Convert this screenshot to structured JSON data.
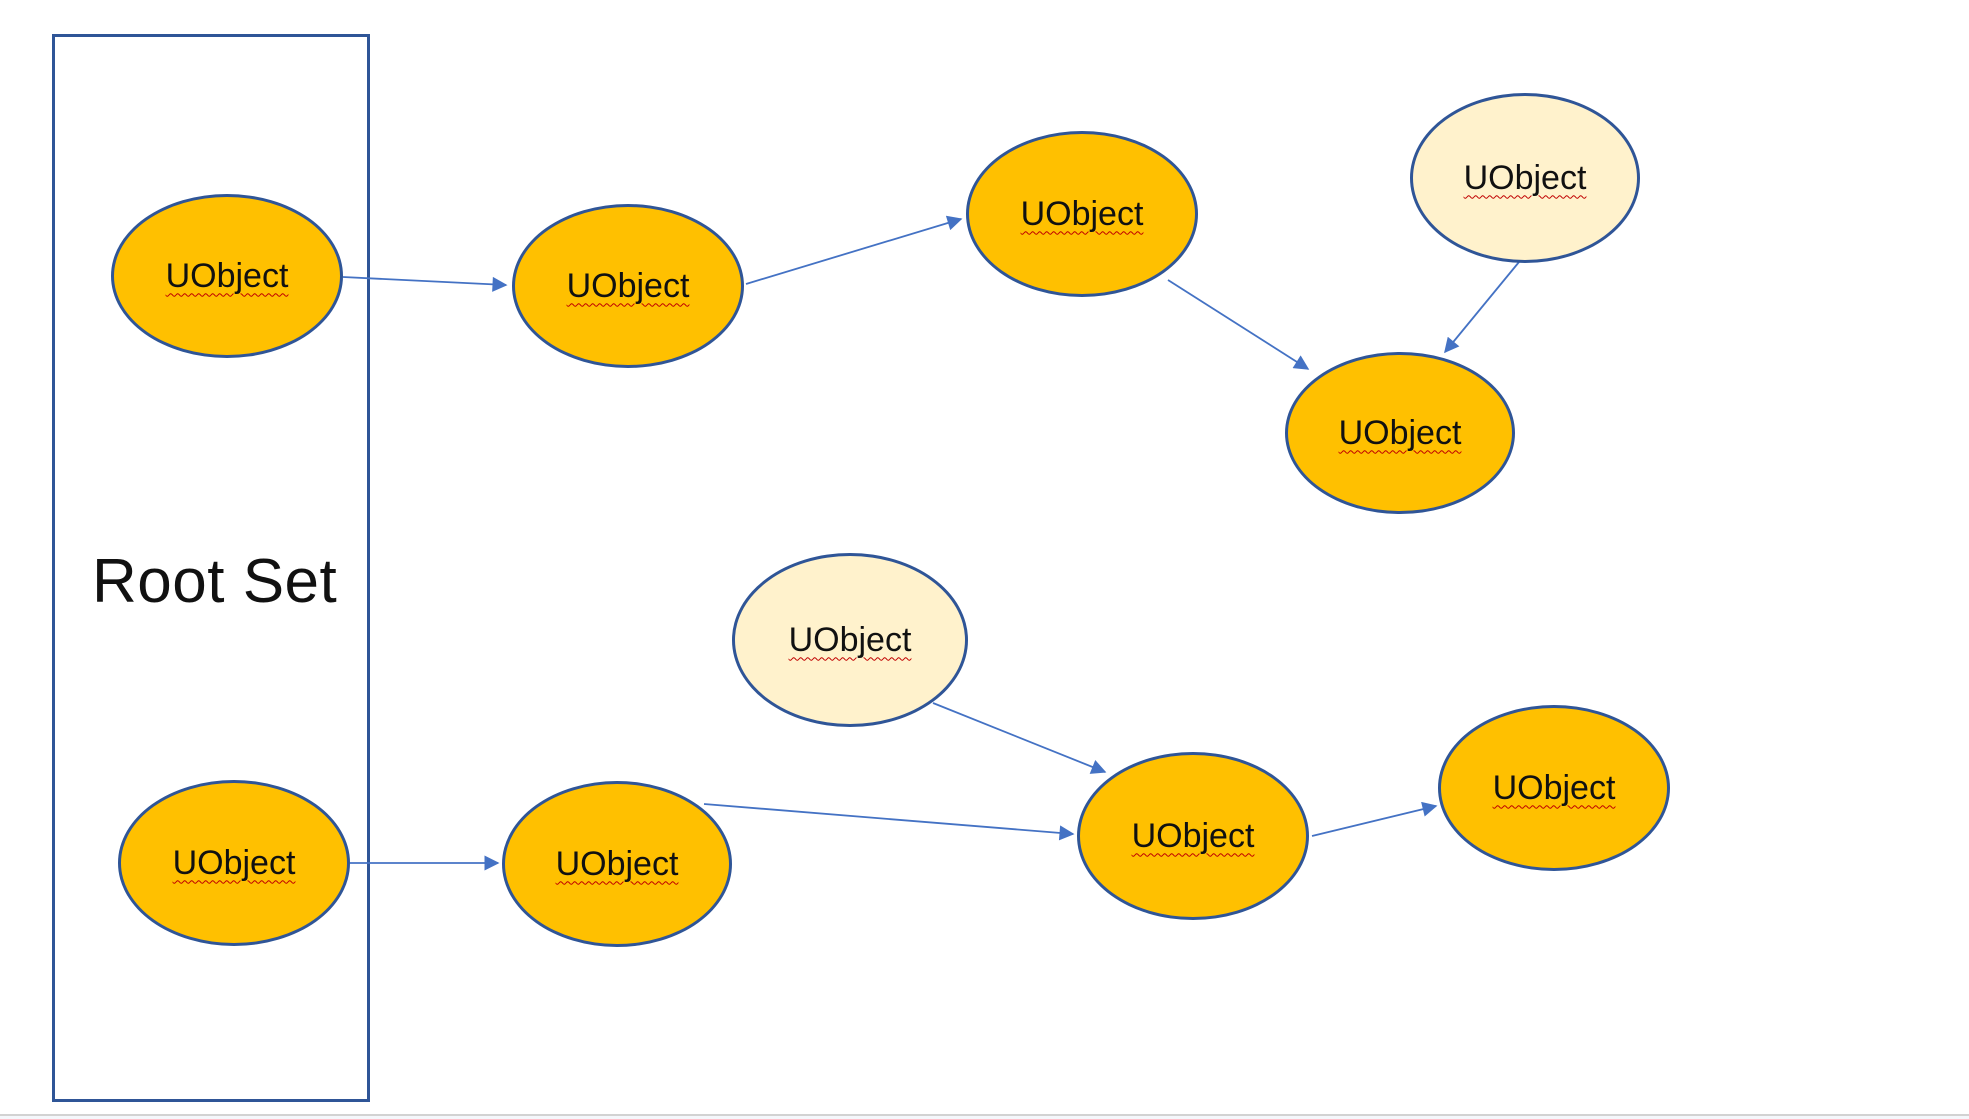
{
  "diagram": {
    "title_hint": "UObject reference graph with Root Set (garbage collection reachability diagram)",
    "root_set": {
      "label": "Root Set"
    },
    "colors": {
      "node_fill_strong": "#FFC000",
      "node_fill_light": "#FFF2CC",
      "node_border": "#2F5597",
      "arrow": "#4472C4",
      "spellcheck_underline": "#C00000",
      "text": "#111111",
      "bottom_divider": "#D2D2D2",
      "background": "#FFFFFF"
    },
    "nodes": [
      {
        "id": "root-top",
        "label": "UObject",
        "variant": "strong",
        "in_root_set": true
      },
      {
        "id": "chain1-a",
        "label": "UObject",
        "variant": "strong",
        "in_root_set": false
      },
      {
        "id": "chain1-b",
        "label": "UObject",
        "variant": "strong",
        "in_root_set": false
      },
      {
        "id": "orphan-top",
        "label": "UObject",
        "variant": "light",
        "in_root_set": false
      },
      {
        "id": "chain1-c",
        "label": "UObject",
        "variant": "strong",
        "in_root_set": false
      },
      {
        "id": "orphan-mid",
        "label": "UObject",
        "variant": "light",
        "in_root_set": false
      },
      {
        "id": "root-bottom",
        "label": "UObject",
        "variant": "strong",
        "in_root_set": true
      },
      {
        "id": "chain2-a",
        "label": "UObject",
        "variant": "strong",
        "in_root_set": false
      },
      {
        "id": "chain2-b",
        "label": "UObject",
        "variant": "strong",
        "in_root_set": false
      },
      {
        "id": "chain2-c",
        "label": "UObject",
        "variant": "strong",
        "in_root_set": false
      }
    ],
    "edges": [
      {
        "from": "root-top",
        "to": "chain1-a"
      },
      {
        "from": "chain1-a",
        "to": "chain1-b"
      },
      {
        "from": "chain1-b",
        "to": "chain1-c"
      },
      {
        "from": "orphan-top",
        "to": "chain1-c"
      },
      {
        "from": "orphan-mid",
        "to": "chain2-b"
      },
      {
        "from": "root-bottom",
        "to": "chain2-a"
      },
      {
        "from": "chain2-a",
        "to": "chain2-b"
      },
      {
        "from": "chain2-b",
        "to": "chain2-c"
      }
    ]
  }
}
